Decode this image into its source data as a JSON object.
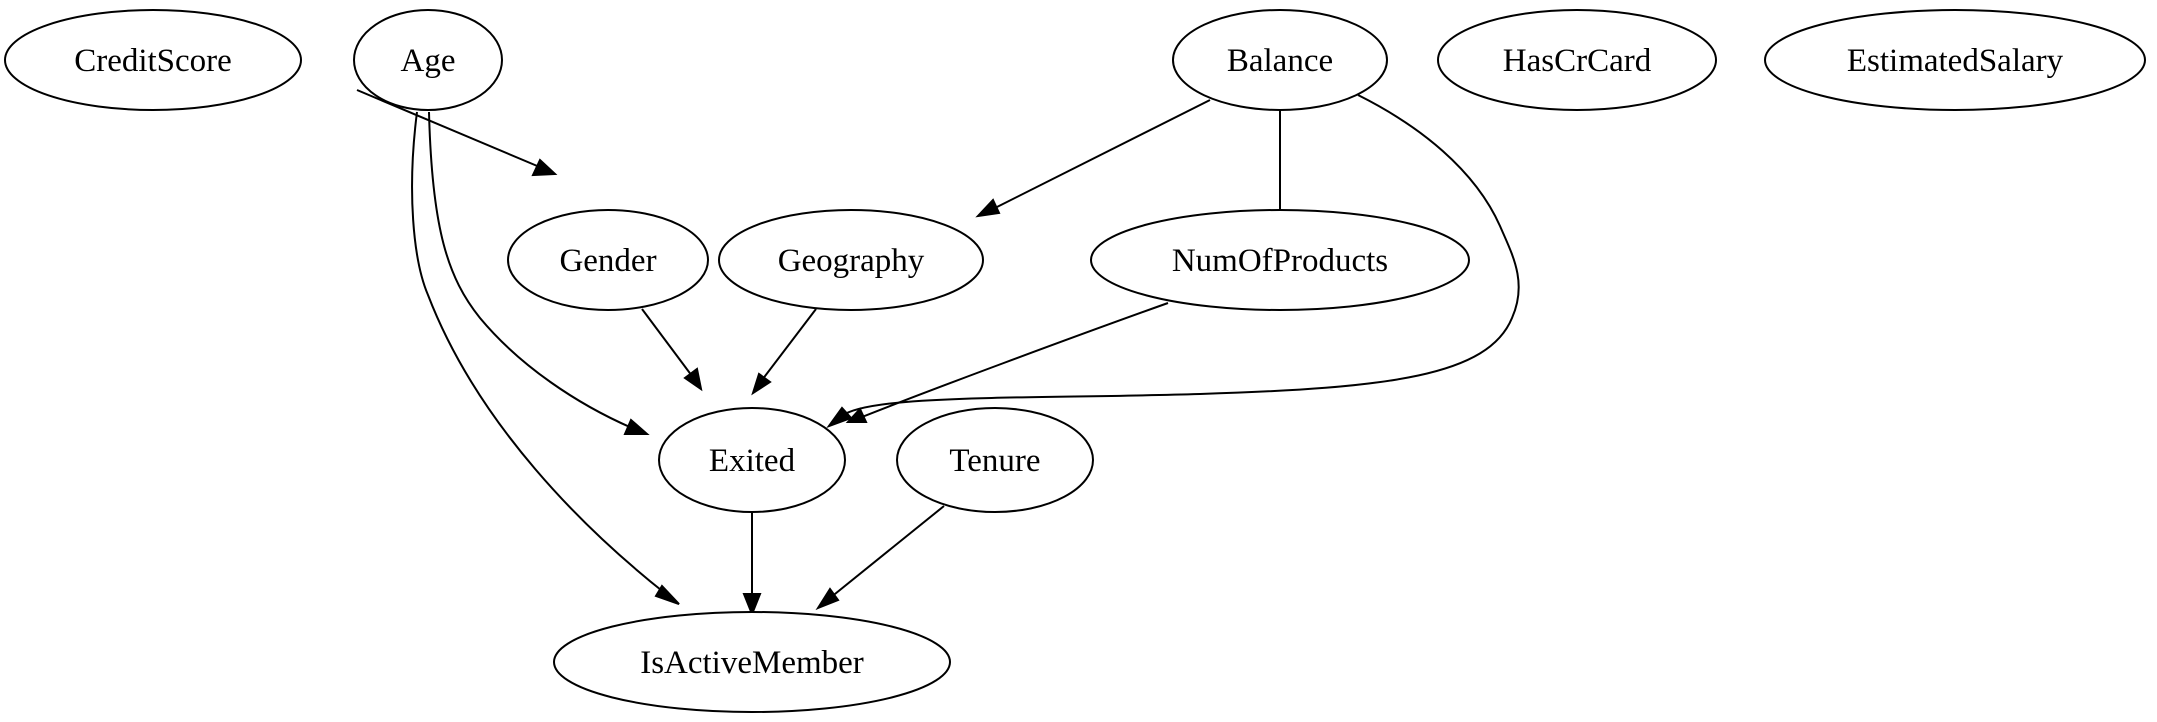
{
  "graph": {
    "nodes": {
      "creditscore": "CreditScore",
      "age": "Age",
      "balance": "Balance",
      "hascrcard": "HasCrCard",
      "estimatedsalary": "EstimatedSalary",
      "gender": "Gender",
      "geography": "Geography",
      "numofproducts": "NumOfProducts",
      "exited": "Exited",
      "tenure": "Tenure",
      "isactivemember": "IsActiveMember"
    },
    "edges": [
      {
        "from": "Age",
        "to": "Geography",
        "directed": true
      },
      {
        "from": "Age",
        "to": "Exited",
        "directed": true
      },
      {
        "from": "Age",
        "to": "IsActiveMember",
        "directed": true
      },
      {
        "from": "Balance",
        "to": "Geography",
        "directed": true
      },
      {
        "from": "Balance",
        "to": "NumOfProducts",
        "directed": false
      },
      {
        "from": "Balance",
        "to": "Exited",
        "directed": true
      },
      {
        "from": "Gender",
        "to": "Exited",
        "directed": true
      },
      {
        "from": "Geography",
        "to": "Exited",
        "directed": true
      },
      {
        "from": "NumOfProducts",
        "to": "Exited",
        "directed": true
      },
      {
        "from": "Exited",
        "to": "IsActiveMember",
        "directed": true
      },
      {
        "from": "Tenure",
        "to": "IsActiveMember",
        "directed": true
      }
    ]
  }
}
